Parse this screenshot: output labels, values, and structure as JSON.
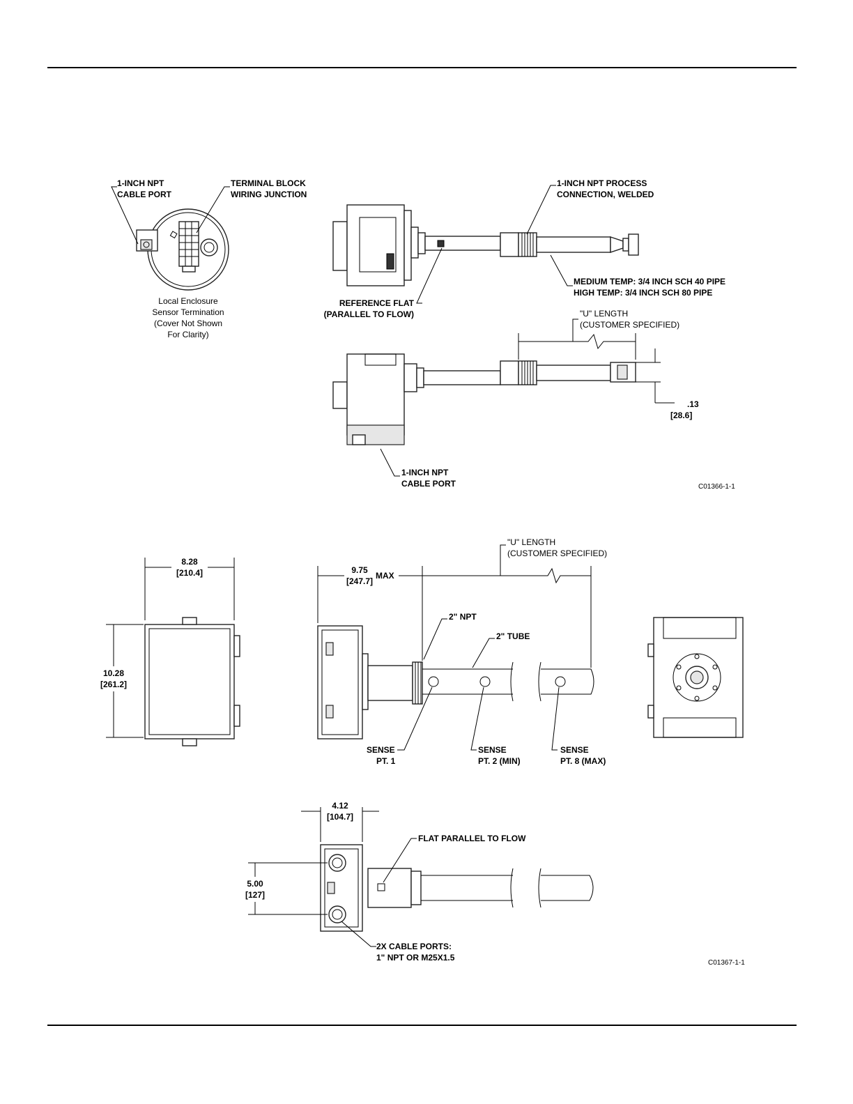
{
  "drawing_top": {
    "labels": {
      "cable_port_top_l1": "1-INCH NPT",
      "cable_port_top_l2": "CABLE PORT",
      "terminal_block_l1": "TERMINAL BLOCK",
      "terminal_block_l2": "WIRING JUNCTION",
      "process_conn_l1": "1-INCH NPT PROCESS",
      "process_conn_l2": "CONNECTION, WELDED",
      "enclosure_caption_l1": "Local Enclosure",
      "enclosure_caption_l2": "Sensor Termination",
      "enclosure_caption_l3": "(Cover Not Shown",
      "enclosure_caption_l4": "For Clarity)",
      "ref_flat_l1": "REFERENCE FLAT",
      "ref_flat_l2": "(PARALLEL TO FLOW)",
      "pipe_medium": "MEDIUM TEMP: 3/4 INCH SCH 40 PIPE",
      "pipe_high": "HIGH TEMP: 3/4 INCH SCH 80 PIPE",
      "u_length_l1": "\"U\" LENGTH",
      "u_length_l2": "(CUSTOMER SPECIFIED)",
      "dim_tip_in": ".13",
      "dim_tip_mm": "[28.6]",
      "cable_port_bottom_l1": "1-INCH NPT",
      "cable_port_bottom_l2": "CABLE PORT",
      "drawing_id": "C01366-1-1"
    }
  },
  "drawing_bottom": {
    "labels": {
      "u_length_l1": "\"U\" LENGTH",
      "u_length_l2": "(CUSTOMER SPECIFIED)",
      "width_in": "8.28",
      "width_mm": "[210.4]",
      "depth_in": "9.75",
      "depth_mm": "[247.7]",
      "depth_max": "MAX",
      "height_in": "10.28",
      "height_mm": "[261.2]",
      "npt_2in": "2\" NPT",
      "tube_2in": "2\" TUBE",
      "sense1_l1": "SENSE",
      "sense1_l2": "PT. 1",
      "sense2_l1": "SENSE",
      "sense2_l2": "PT. 2 (MIN)",
      "sense8_l1": "SENSE",
      "sense8_l2": "PT. 8 (MAX)",
      "side_in": "4.12",
      "side_mm": "[104.7]",
      "flat_parallel": "FLAT PARALLEL TO FLOW",
      "port_spacing_in": "5.00",
      "port_spacing_mm": "[127]",
      "cable_ports_l1": "2X CABLE PORTS:",
      "cable_ports_l2": "1\" NPT OR M25X1.5",
      "drawing_id": "C01367-1-1"
    }
  }
}
